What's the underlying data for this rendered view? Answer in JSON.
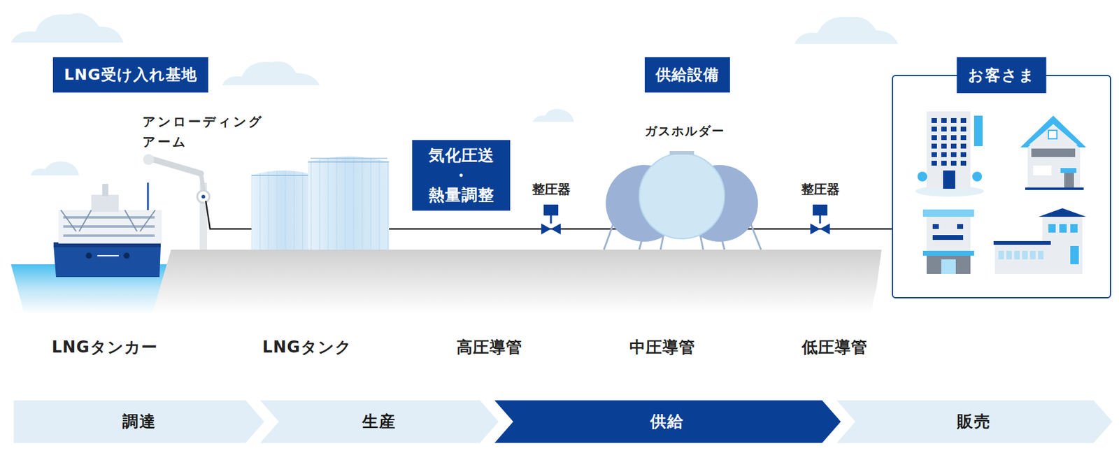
{
  "diagram": {
    "nodes": [
      {
        "text": [
          "LNG受け入れ基地"
        ]
      },
      {
        "text": [
          "気化圧送",
          "・",
          "熱量調整"
        ]
      },
      {
        "text": [
          "供給設備"
        ]
      },
      {
        "text": [
          "お客さま"
        ]
      },
      {
        "text": [
          "調達"
        ]
      },
      {
        "text": [
          "生産"
        ]
      },
      {
        "text": [
          "供給"
        ]
      },
      {
        "text": [
          "販売"
        ]
      }
    ],
    "labels": [
      "アンローディング アーム",
      "ガスホルダー",
      "整圧器",
      "整圧器",
      "LNGタンカー",
      "LNGタンク",
      "高圧導管",
      "中圧導管",
      "低圧導管"
    ]
  }
}
